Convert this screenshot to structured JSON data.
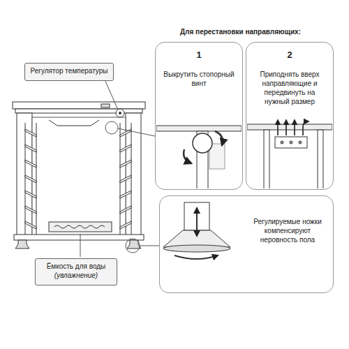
{
  "diagram": {
    "title": "Для перестановки направляющих:",
    "nodes": [
      {
        "text": [
          "Регулятор температуры"
        ]
      },
      {
        "text": [
          "1",
          "Выкрутить стопорный винт"
        ]
      },
      {
        "text": [
          "2",
          "Приподнять вверх направляющие и передвинуть на нужный размер"
        ]
      },
      {
        "text": [
          "Регулируемые ножки компенсируют неровность пола"
        ]
      },
      {
        "text": [
          "Ёмкость для воды",
          "(увлажнение)"
        ]
      }
    ]
  }
}
